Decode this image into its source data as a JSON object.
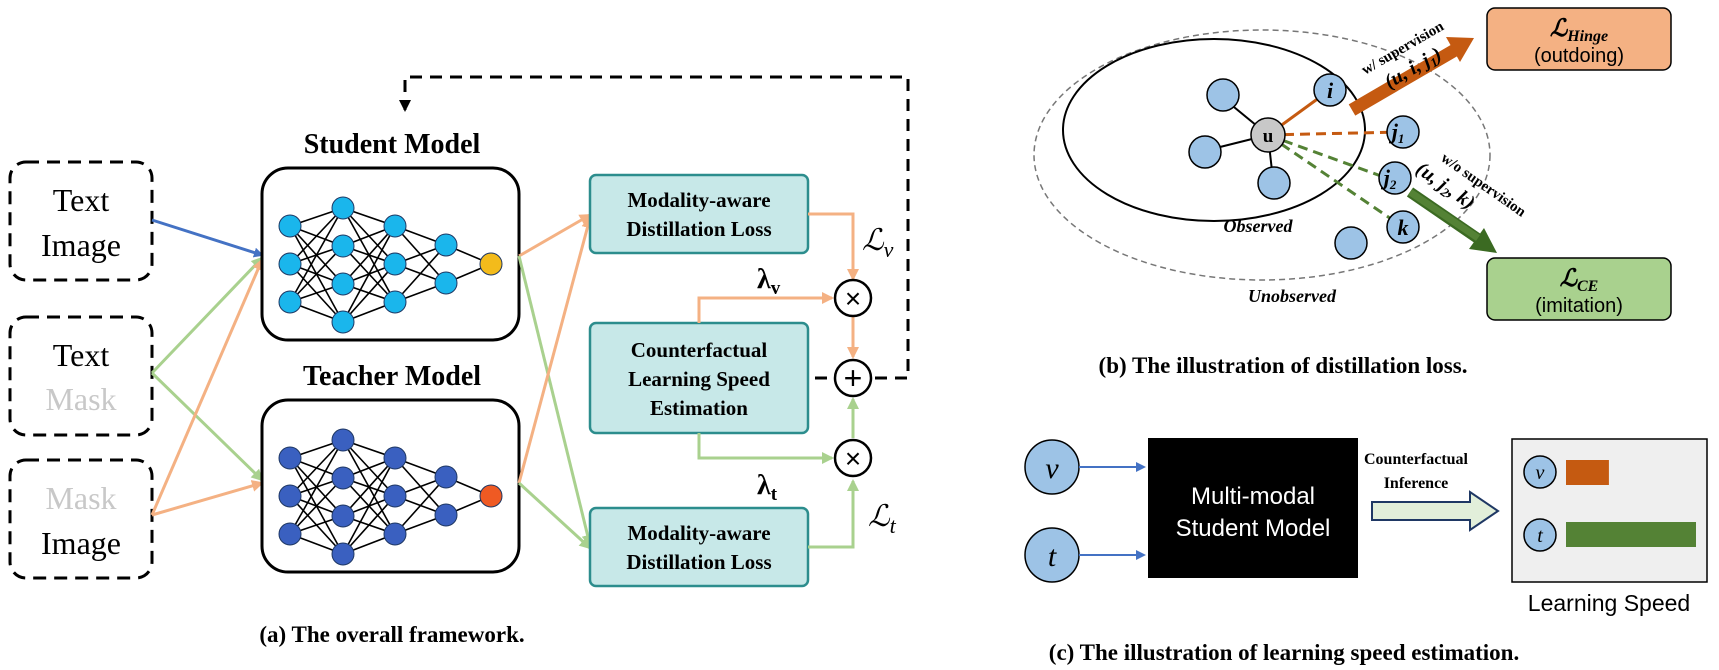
{
  "panel_a": {
    "inputs": [
      {
        "top": "Text",
        "bottom": "Image",
        "top_faded": false,
        "bottom_faded": false
      },
      {
        "top": "Text",
        "bottom": "Mask",
        "top_faded": false,
        "bottom_faded": true
      },
      {
        "top": "Mask",
        "bottom": "Image",
        "top_faded": true,
        "bottom_faded": false
      }
    ],
    "student_title": "Student Model",
    "teacher_title": "Teacher Model",
    "loss_top": [
      "Modality-aware",
      "Distillation Loss"
    ],
    "cf_box": [
      "Counterfactual",
      "Learning Speed",
      "Estimation"
    ],
    "loss_bottom": [
      "Modality-aware",
      "Distillation Loss"
    ],
    "lambda_v": "λ",
    "lambda_v_sub": "v",
    "lambda_t": "λ",
    "lambda_t_sub": "t",
    "L_v": "ℒ",
    "L_v_sub": "v",
    "L_t": "ℒ",
    "L_t_sub": "t",
    "times": "×",
    "plus": "+",
    "caption": "(a) The overall framework."
  },
  "panel_b": {
    "nodes": {
      "u": "u",
      "i": "i",
      "j1": "j",
      "j1_sub": "1",
      "j2": "j",
      "j2_sub": "2",
      "k": "k"
    },
    "observed": "Observed",
    "unobserved": "Unobserved",
    "with_sup": "w/ supervision",
    "with_sup_tuple": "(u, i, j",
    "with_sup_tuple_sub": "1",
    "with_sup_tuple_end": ")",
    "without_sup": "w/o supervision",
    "without_sup_tuple": "(u, j",
    "without_sup_tuple_sub": "2",
    "without_sup_tuple_end": ", k)",
    "hinge_label": "ℒ",
    "hinge_sub": "Hinge",
    "hinge_desc": "(outdoing)",
    "ce_label": "ℒ",
    "ce_sub": "CE",
    "ce_desc": "(imitation)",
    "caption": "(b) The illustration of distillation loss."
  },
  "panel_c": {
    "v": "v",
    "t": "t",
    "model": [
      "Multi-modal",
      "Student Model"
    ],
    "arrow_label": [
      "Counterfactual",
      "Inference"
    ],
    "speed_title": "Learning Speed",
    "speed": {
      "v": 0.33,
      "t": 1.0
    },
    "caption": "(c) The illustration of learning speed estimation."
  },
  "colors": {
    "student_node": "#1ab6ec",
    "teacher_node": "#3a60c0",
    "student_out": "#f3bb1b",
    "teacher_out": "#ef5a23",
    "orange_arrow": "#f4b183",
    "green_arrow": "#a9d18e",
    "blue_arrow": "#4472c4",
    "teal_box": "#c7e8e8",
    "teal_border": "#2c8d8d",
    "hinge_fill": "#f4b183",
    "ce_fill": "#a9d18e",
    "bar_v": "#c55a11",
    "bar_t": "#548235",
    "light_node": "#9dc3e6"
  }
}
